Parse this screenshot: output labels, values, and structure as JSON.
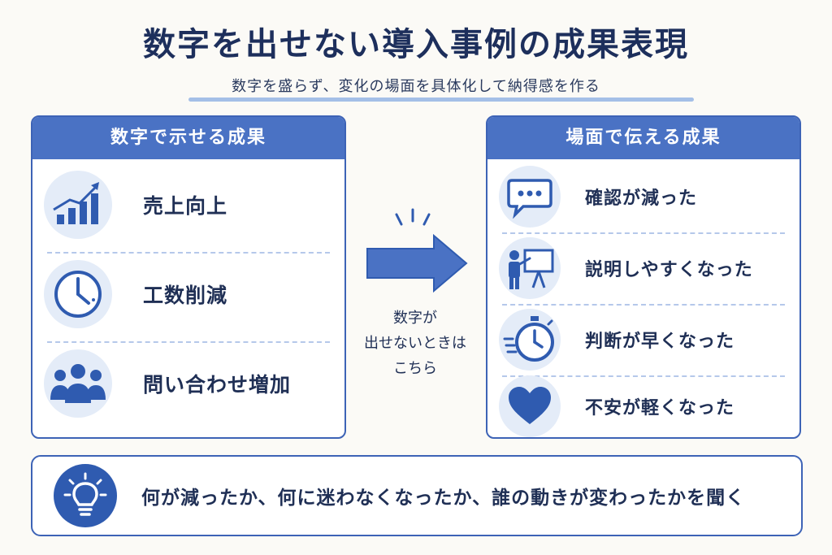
{
  "title": "数字を出せない導入事例の成果表現",
  "subtitle": "数字を盛らず、変化の場面を具体化して納得感を作る",
  "left_panel": {
    "header": "数字で示せる成果",
    "items": [
      {
        "label": "売上向上",
        "icon": "bar-chart-growth-icon"
      },
      {
        "label": "工数削減",
        "icon": "clock-icon"
      },
      {
        "label": "問い合わせ増加",
        "icon": "people-group-icon"
      }
    ]
  },
  "middle": {
    "lines": [
      "数字が",
      "出せないときは",
      "こちら"
    ]
  },
  "right_panel": {
    "header": "場面で伝える成果",
    "items": [
      {
        "label": "確認が減った",
        "icon": "speech-bubble-icon"
      },
      {
        "label": "説明しやすくなった",
        "icon": "presenter-board-icon"
      },
      {
        "label": "判断が早くなった",
        "icon": "stopwatch-icon"
      },
      {
        "label": "不安が軽くなった",
        "icon": "heart-icon"
      }
    ]
  },
  "bottom": {
    "text": "何が減ったか、何に迷わなくなったか、誰の動きが変わったかを聞く",
    "icon": "lightbulb-icon"
  },
  "colors": {
    "primary": "#4a72c4",
    "border": "#3d63b6",
    "icon_bg": "#e4ecf8",
    "text": "#1f2f55"
  }
}
